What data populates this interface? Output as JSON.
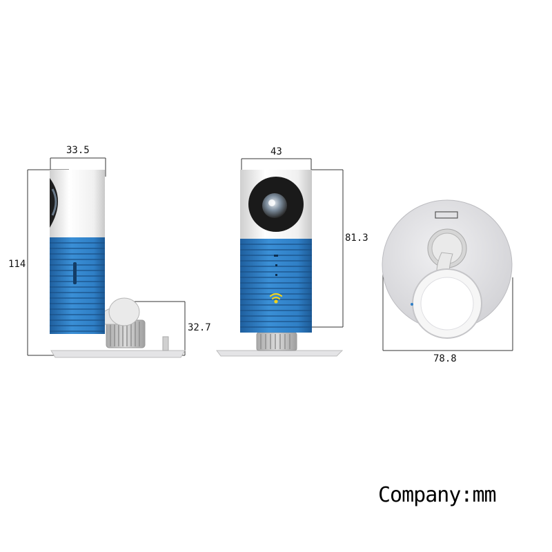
{
  "dimensions": {
    "side_width": "33.5",
    "side_height": "114",
    "mount_height": "32.7",
    "front_width": "43",
    "front_height": "81.3",
    "base_diameter": "78.8"
  },
  "caption": "Company:mm",
  "colors": {
    "body_blue": "#2f7fc6",
    "body_white": "#f2f2f2",
    "lens_dark": "#1a1a1a",
    "wifi_yellow": "#f0d21e",
    "base_gray": "#e2e2e4"
  }
}
